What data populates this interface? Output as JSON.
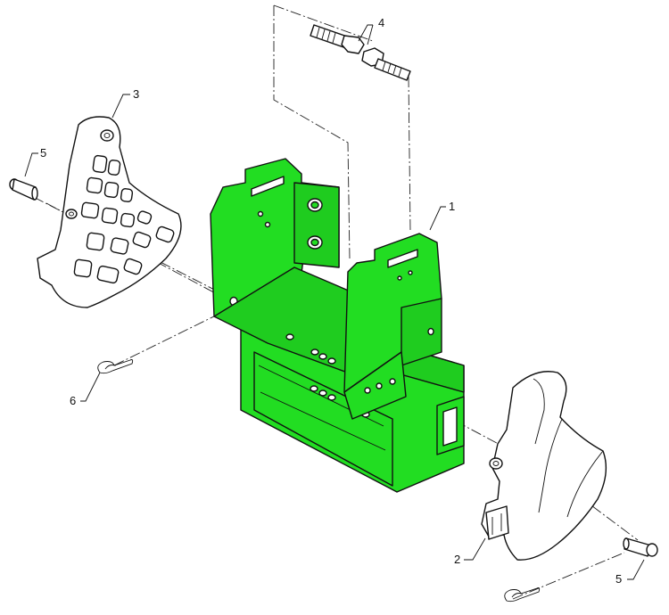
{
  "callouts": {
    "c1": "1",
    "c2": "2",
    "c3": "3",
    "c4": "4",
    "c5a": "5",
    "c5b": "5",
    "c6": "6"
  },
  "colors": {
    "bracket_green": "#22DD22",
    "bracket_green_dark": "#19B519",
    "part_white": "#ffffff",
    "ink": "#111111"
  }
}
